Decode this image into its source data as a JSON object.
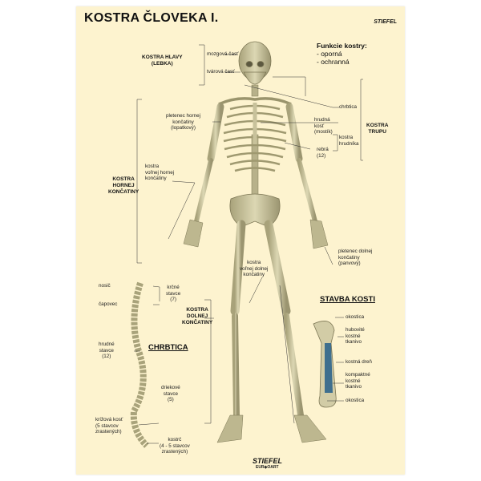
{
  "title": "KOSTRA ČLOVEKA I.",
  "brand": "STIEFEL",
  "brand_bottom": "STIEFEL",
  "brand_sub": "EUR◈OART",
  "functions": {
    "heading": "Funkcie kostry:",
    "items": [
      "- oporná",
      "- ochranná"
    ]
  },
  "groups": {
    "head": [
      "KOSTRA HLAVY",
      "(LEBKA)"
    ],
    "trunk": [
      "KOSTRA",
      "TRUPU"
    ],
    "upper": [
      "KOSTRA",
      "HORNEJ",
      "KONČATINY"
    ],
    "lower": [
      "KOSTRA",
      "DOLNEJ",
      "KONČATINY"
    ]
  },
  "labels": {
    "cranium": "mozgová časť",
    "face": "tvárová časť",
    "spine": "chrbtica",
    "sternum": [
      "hrudná",
      "kosť",
      "(mostík)"
    ],
    "thorax": [
      "kostra",
      "hrudníka"
    ],
    "ribs": [
      "rebrá",
      "(12)"
    ],
    "shoulder_girdle": [
      "pletenec hornej",
      "končatiny",
      "(lopatkový)"
    ],
    "free_upper": [
      "kostra",
      "voľnej hornej",
      "končatiny"
    ],
    "pelvic_girdle": [
      "pletenec dolnej",
      "končatiny",
      "(panvový)"
    ],
    "free_lower": [
      "kostra",
      "voľnej dolnej",
      "končatiny"
    ]
  },
  "spine_section": {
    "title": "CHRBTICA",
    "atlas": "nosič",
    "axis": "čapovec",
    "cervical": [
      "krčné",
      "stavce",
      "(7)"
    ],
    "thoracic": [
      "hrudné",
      "stavce",
      "(12)"
    ],
    "lumbar": [
      "driekové",
      "stavce",
      "(5)"
    ],
    "sacrum": [
      "krížová kosť",
      "(5 stavcov",
      "zrastených)"
    ],
    "coccyx": [
      "kostrč",
      "(4 - 5 stavcov",
      "zrastených)"
    ]
  },
  "bone_section": {
    "title": "STAVBA KOSTI",
    "periosteum": "okostica",
    "spongy": [
      "hubovité",
      "kostné",
      "tkanivo"
    ],
    "marrow": "kostná dreň",
    "compact": [
      "kompaktné",
      "kostné",
      "tkanivo"
    ],
    "periosteum2": "okostica"
  },
  "colors": {
    "paper": "#fdf3cf",
    "bone": "#c9c39a",
    "bone_dark": "#8f8a63",
    "marrow": "#3f6f8e"
  }
}
